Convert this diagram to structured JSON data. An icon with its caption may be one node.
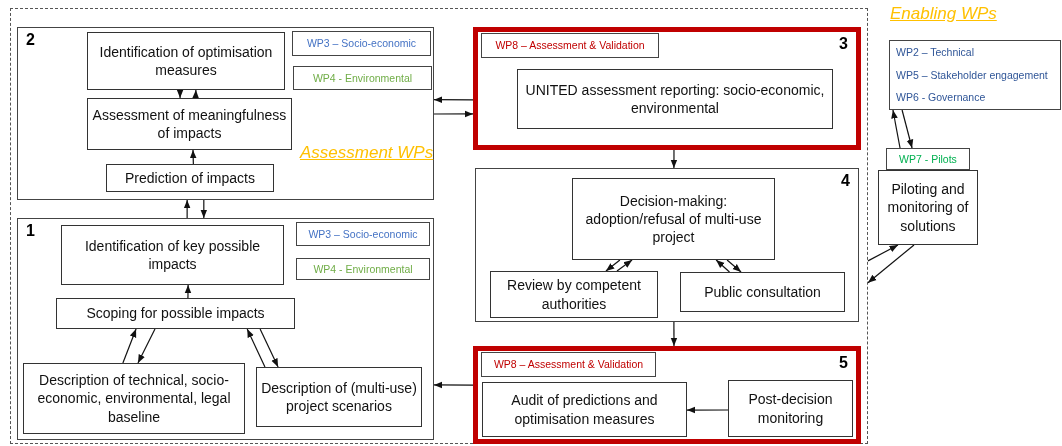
{
  "diagram": {
    "nodes": [
      {
        "text": [],
        "shape": "box"
      },
      {
        "text": [
          "2"
        ],
        "in": 0
      },
      {
        "text": [
          "Identification of optimisation measures"
        ],
        "in": 1
      },
      {
        "text": [
          "WP3 – Socio-economic"
        ],
        "in": 1
      },
      {
        "text": [
          "WP4 - Environmental"
        ],
        "in": 1
      },
      {
        "text": [
          "Assessment of meaningfulness of impacts"
        ],
        "in": 1
      },
      {
        "text": [
          "Prediction of impacts"
        ],
        "in": 1
      },
      {
        "text": [
          "1"
        ],
        "in": 0
      },
      {
        "text": [
          "Identification of key possible impacts"
        ],
        "in": 7
      },
      {
        "text": [
          "WP3 – Socio-economic"
        ],
        "in": 7
      },
      {
        "text": [
          "WP4 - Environmental"
        ],
        "in": 7
      },
      {
        "text": [
          "Scoping for possible impacts"
        ],
        "in": 7
      },
      {
        "text": [
          "Description of technical, socio-economic, environmental, legal baseline"
        ],
        "in": 7
      },
      {
        "text": [
          "Description of (multi-use) project scenarios"
        ],
        "in": 7
      },
      {
        "text": [
          "3"
        ],
        "in": 0
      },
      {
        "text": [
          "WP8 – Assessment & Validation"
        ],
        "in": 14
      },
      {
        "text": [
          "UNITED assessment reporting: socio-economic, environmental"
        ],
        "in": 14
      },
      {
        "text": [
          "4"
        ],
        "in": 0
      },
      {
        "text": [
          "Decision-making: adoption/refusal of multi-use project"
        ],
        "in": 17
      },
      {
        "text": [
          "Review by competent authorities"
        ],
        "in": 17
      },
      {
        "text": [
          "Public consultation"
        ],
        "in": 17
      },
      {
        "text": [
          "5"
        ],
        "in": 0
      },
      {
        "text": [
          "WP8 – Assessment & Validation"
        ],
        "in": 21
      },
      {
        "text": [
          "Audit of predictions and optimisation measures"
        ],
        "in": 21
      },
      {
        "text": [
          "Post-decision monitoring"
        ],
        "in": 21
      },
      {
        "text": [
          "Enabling WPs",
          "WP2 – Technical",
          "WP5 – Stakeholder engagement",
          "WP6 - Governance"
        ]
      },
      {
        "text": [
          "WP7 - Pilots"
        ]
      },
      {
        "text": [
          "Piloting and monitoring of solutions"
        ]
      }
    ],
    "edges": [
      {
        "from": 2,
        "to": 5,
        "arrow": "to"
      },
      {
        "from": 5,
        "to": 2,
        "arrow": "to"
      },
      {
        "from": 6,
        "to": 5,
        "arrow": "to"
      },
      {
        "from": 7,
        "to": 1,
        "arrow": "to"
      },
      {
        "from": 1,
        "to": 7,
        "arrow": "to"
      },
      {
        "from": 11,
        "to": 8,
        "arrow": "to"
      },
      {
        "from": 12,
        "to": 11,
        "arrow": "to"
      },
      {
        "from": 11,
        "to": 12,
        "arrow": "to"
      },
      {
        "from": 13,
        "to": 11,
        "arrow": "to"
      },
      {
        "from": 11,
        "to": 13,
        "arrow": "to"
      },
      {
        "from": 14,
        "to": 1,
        "arrow": "to"
      },
      {
        "from": 1,
        "to": 14,
        "arrow": "to"
      },
      {
        "from": 14,
        "to": 17,
        "arrow": "to"
      },
      {
        "from": 17,
        "to": 21,
        "arrow": "to"
      },
      {
        "from": 21,
        "to": 7,
        "arrow": "to"
      },
      {
        "from": 24,
        "to": 23,
        "arrow": "to"
      },
      {
        "from": 18,
        "to": 19,
        "arrow": "to"
      },
      {
        "from": 19,
        "to": 18,
        "arrow": "to"
      },
      {
        "from": 20,
        "to": 18,
        "arrow": "to"
      },
      {
        "from": 18,
        "to": 20,
        "arrow": "to"
      },
      {
        "from": 26,
        "to": 25,
        "arrow": "to"
      },
      {
        "from": 25,
        "to": 26,
        "arrow": "to"
      },
      {
        "from": 0,
        "to": 27,
        "arrow": "to"
      },
      {
        "from": 27,
        "to": 0,
        "arrow": "to"
      }
    ],
    "labels": [
      "Assessment WPs"
    ]
  }
}
